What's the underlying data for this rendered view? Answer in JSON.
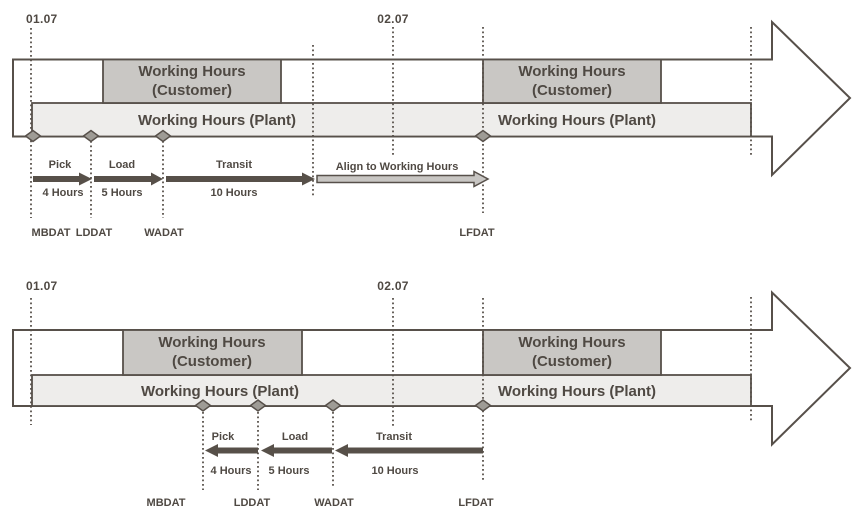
{
  "colors": {
    "background": "#ffffff",
    "outline": "#57504a",
    "text": "#4f4943",
    "customer_box_fill": "#c9c7c4",
    "plant_box_fill": "#eeedeb",
    "diamond_fill": "#9e9b95",
    "process_arrow_fill": "#575049",
    "align_arrow_fill": "#c8c6c3"
  },
  "diagrams": [
    {
      "name": "forward-scheduling",
      "dates": [
        "01.07",
        "02.07"
      ],
      "customer_boxes": [
        {
          "line1": "Working Hours",
          "line2": "(Customer)"
        },
        {
          "line1": "Working Hours",
          "line2": "(Customer)"
        }
      ],
      "plant_labels": [
        "Working Hours (Plant)",
        "Working Hours (Plant)"
      ],
      "steps": [
        {
          "label": "Pick",
          "duration": "4 Hours"
        },
        {
          "label": "Load",
          "duration": "5 Hours"
        },
        {
          "label": "Transit",
          "duration": "10 Hours"
        },
        {
          "label": "Align to Working Hours"
        }
      ],
      "date_codes": [
        "MBDAT",
        "LDDAT",
        "WADAT",
        "LFDAT"
      ]
    },
    {
      "name": "backward-scheduling",
      "dates": [
        "01.07",
        "02.07"
      ],
      "customer_boxes": [
        {
          "line1": "Working Hours",
          "line2": "(Customer)"
        },
        {
          "line1": "Working Hours",
          "line2": "(Customer)"
        }
      ],
      "plant_labels": [
        "Working Hours (Plant)",
        "Working Hours (Plant)"
      ],
      "steps": [
        {
          "label": "Pick",
          "duration": "4 Hours"
        },
        {
          "label": "Load",
          "duration": "5 Hours"
        },
        {
          "label": "Transit",
          "duration": "10 Hours"
        }
      ],
      "date_codes": [
        "MBDAT",
        "LDDAT",
        "WADAT",
        "LFDAT"
      ]
    }
  ]
}
